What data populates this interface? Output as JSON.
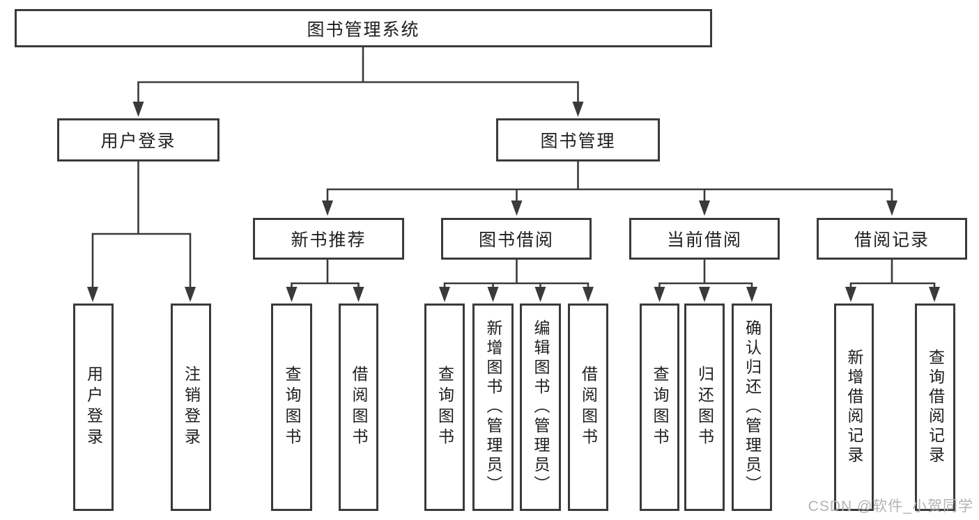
{
  "diagram": {
    "root": {
      "label": "图书管理系统"
    },
    "branches": [
      {
        "label": "用户登录",
        "children": [
          {
            "label": "用户登录"
          },
          {
            "label": "注销登录"
          }
        ]
      },
      {
        "label": "图书管理",
        "children": [
          {
            "label": "新书推荐",
            "children": [
              {
                "label": "查询图书"
              },
              {
                "label": "借阅图书"
              }
            ]
          },
          {
            "label": "图书借阅",
            "children": [
              {
                "label": "查询图书"
              },
              {
                "label": "新增图书（管理员）"
              },
              {
                "label": "编辑图书（管理员）"
              },
              {
                "label": "借阅图书"
              }
            ]
          },
          {
            "label": "当前借阅",
            "children": [
              {
                "label": "查询图书"
              },
              {
                "label": "归还图书"
              },
              {
                "label": "确认归还（管理员）"
              }
            ]
          },
          {
            "label": "借阅记录",
            "children": [
              {
                "label": "新增借阅记录"
              },
              {
                "label": "查询借阅记录"
              }
            ]
          }
        ]
      }
    ]
  },
  "watermark": {
    "text": "CSDN @软件_小贺同学"
  },
  "colors": {
    "line": "#3a3a3a",
    "text": "#1e1e1e",
    "watermark": "#b3b3b3",
    "background": "#ffffff"
  }
}
